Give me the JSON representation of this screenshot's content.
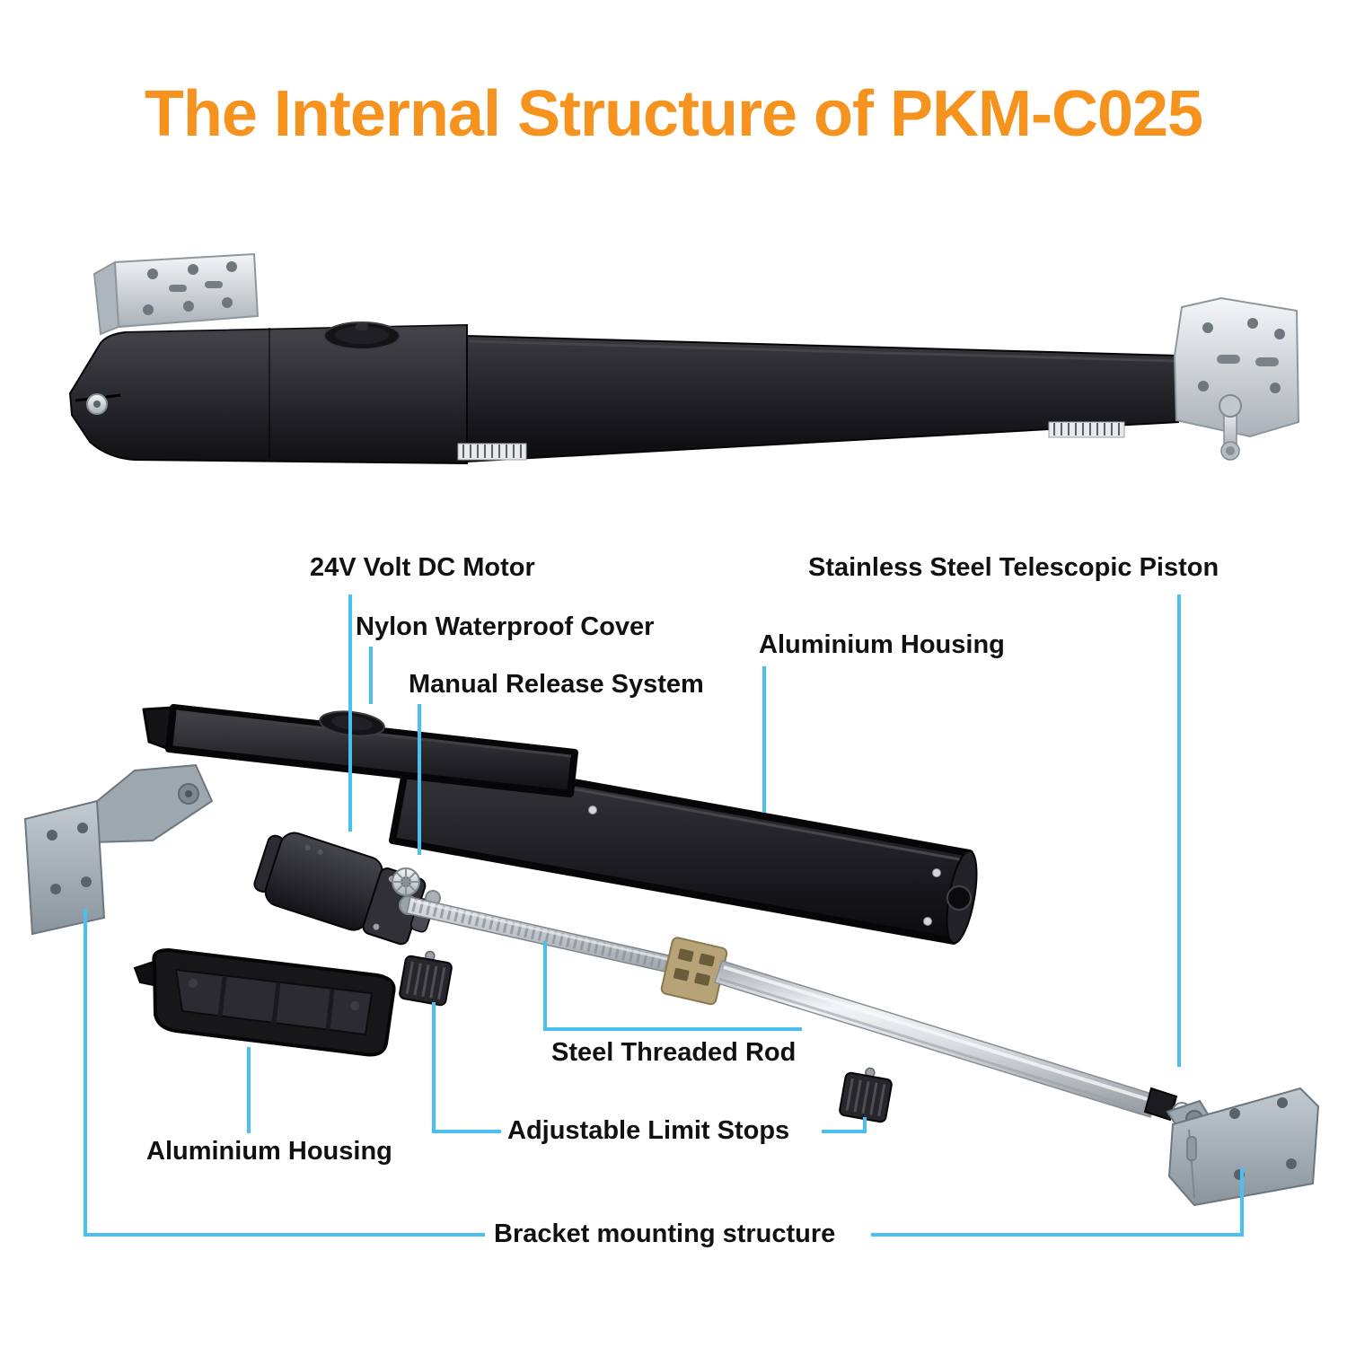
{
  "title": "The Internal Structure of PKM-C025",
  "labels": {
    "dc_motor": "24V Volt DC Motor",
    "nylon_cover": "Nylon Waterproof Cover",
    "manual_release": "Manual Release System",
    "telescopic_piston": "Stainless Steel Telescopic Piston",
    "aluminium_housing_right": "Aluminium Housing",
    "steel_threaded_rod": "Steel Threaded Rod",
    "adjustable_limit_stops": "Adjustable Limit Stops",
    "aluminium_housing_left": "Aluminium Housing",
    "bracket_mounting": "Bracket mounting structure"
  },
  "colors": {
    "title": "#F6921E",
    "leader_line": "#49C0F1",
    "label_text": "#111111",
    "background": "#FFFFFF",
    "part_black": "#141417",
    "part_silver": "#C9CFD5",
    "part_gray_bracket": "#9DA7AF",
    "nut_block_tan": "#B6A478"
  },
  "parts": [
    "assembled-actuator",
    "top-cover",
    "waterproof-cap",
    "dc-motor",
    "manual-release-gear",
    "steel-threaded-rod",
    "drive-nut-block",
    "telescopic-piston",
    "aluminium-housing-channel",
    "bottom-housing-shell",
    "limit-stop-front",
    "limit-stop-rear",
    "left-mounting-bracket",
    "right-mounting-bracket"
  ]
}
